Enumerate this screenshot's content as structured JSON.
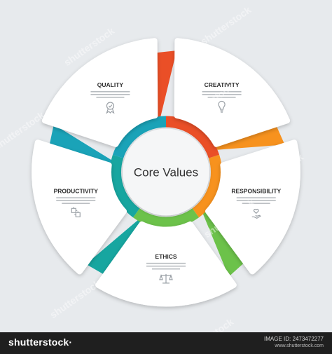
{
  "diagram": {
    "center_title": "Core Values",
    "colors": {
      "background": "#e7eaed",
      "card": "#ffffff",
      "center_ring": "#f5f6f7",
      "label": "#2d2d2d",
      "icon": "#9aa0a6",
      "text_lines": "#b8bcc0"
    },
    "segments": [
      {
        "label": "QUALITY",
        "icon": "award-medal-icon",
        "ribbon_color": "#1aa3b8"
      },
      {
        "label": "CREATIVITY",
        "icon": "lightbulb-icon",
        "ribbon_color": "#ea4f27"
      },
      {
        "label": "RESPONSIBILITY",
        "icon": "hand-heart-icon",
        "ribbon_color": "#f7921e"
      },
      {
        "label": "ETHICS",
        "icon": "scales-icon",
        "ribbon_color": "#6cc24a"
      },
      {
        "label": "PRODUCTIVITY",
        "icon": "puzzle-icon",
        "ribbon_color": "#17a6a0"
      }
    ]
  },
  "watermark": {
    "text": "shutterstock"
  },
  "footer": {
    "brand": "shutterstock·",
    "image_id": "IMAGE ID: 2473472277",
    "site": "www.shutterstock.com"
  }
}
